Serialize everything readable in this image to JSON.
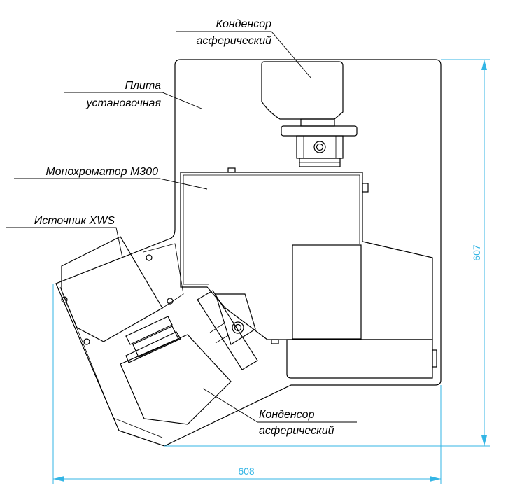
{
  "labels": {
    "condenser_top_line1": "Конденсор",
    "condenser_top_line2": "асферический",
    "plate_line1": "Плита",
    "plate_line2": "установочная",
    "monochromator": "Монохроматор М300",
    "source": "Источник XWS",
    "condenser_bottom_line1": "Конденсор",
    "condenser_bottom_line2": "асферический"
  },
  "dimensions": {
    "height": "607",
    "width": "608"
  },
  "colors": {
    "dimension_lines": "#33b5e5",
    "outline": "#000000"
  }
}
